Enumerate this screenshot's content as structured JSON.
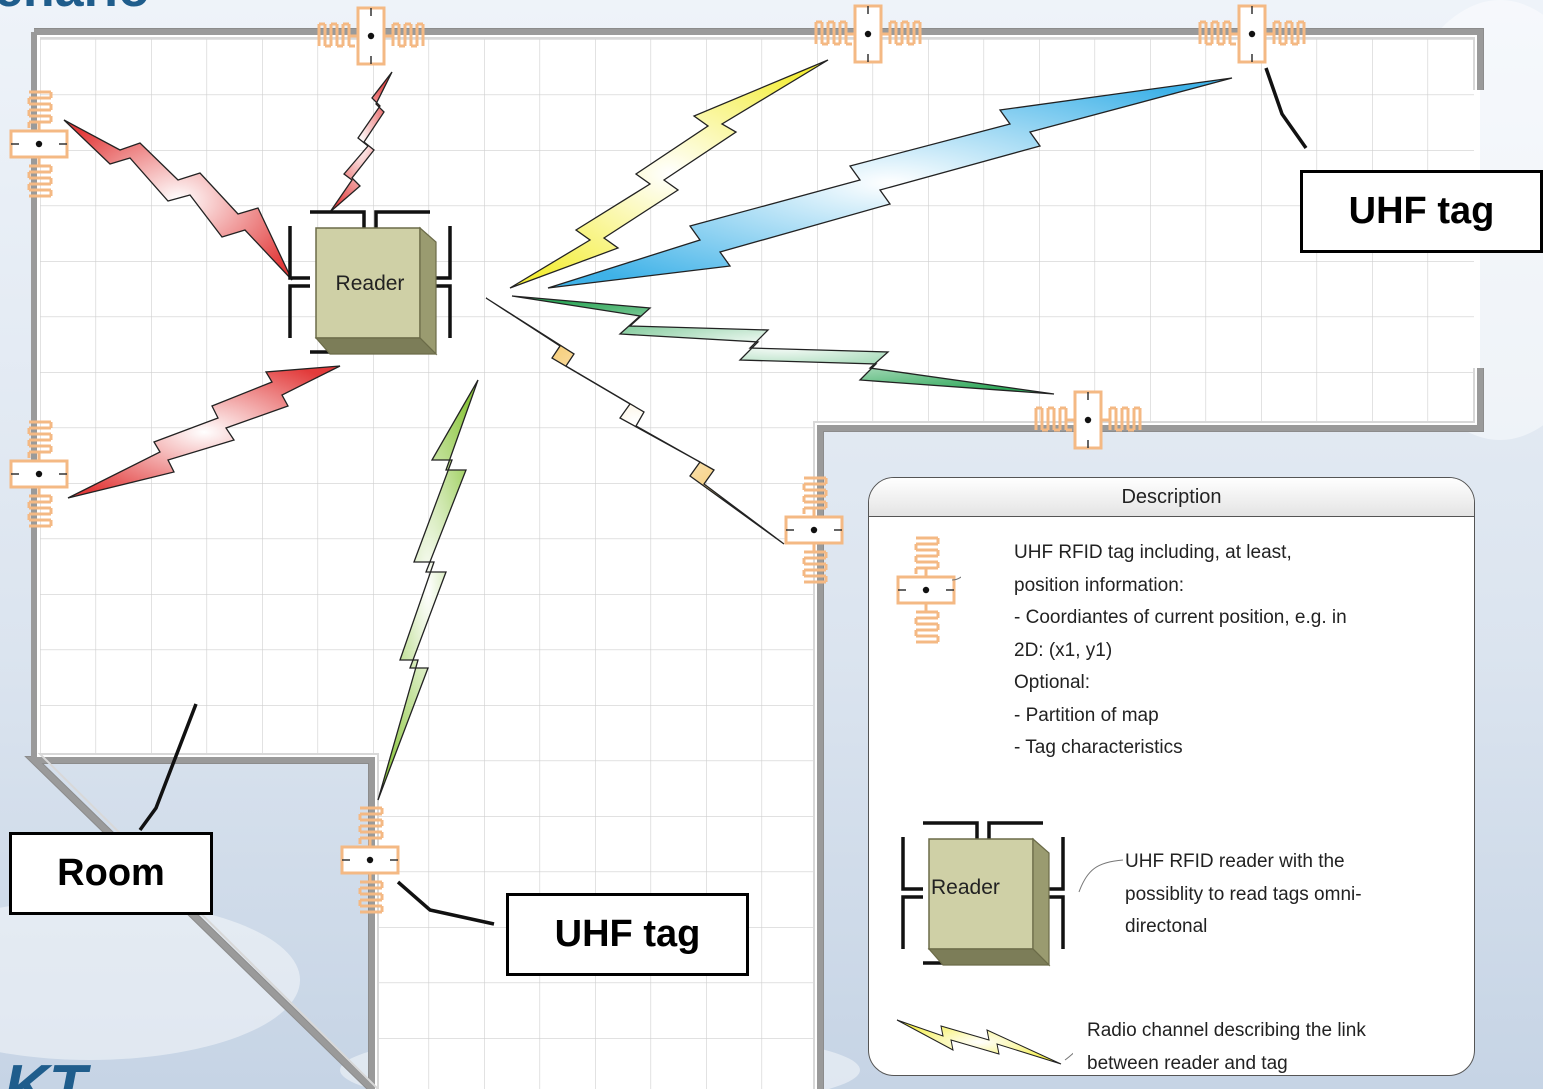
{
  "heading_fragment": "enario",
  "logo_fragment": "KT",
  "reader_label": "Reader",
  "callouts": {
    "tag_top_right": "UHF tag",
    "tag_bottom": "UHF tag",
    "room": "Room"
  },
  "legend": {
    "title": "Description",
    "tag_lines": [
      "UHF RFID tag including, at least,",
      "position information:",
      "- Coordiantes of current position, e.g. in",
      "2D: (x1, y1)",
      "Optional:",
      "- Partition of map",
      "- Tag characteristics"
    ],
    "reader_label": "Reader",
    "reader_lines": [
      "UHF RFID reader with the",
      "possiblity to read tags omni-",
      "directonal"
    ],
    "radio_lines": [
      "Radio channel describing the link",
      "between reader and tag"
    ]
  },
  "colors": {
    "heading": "#1f5d8c",
    "wall": "#9a9a9a",
    "grid": "#cfcfcf",
    "tag": "#f4b984",
    "reader_front": "#cfd0a6",
    "reader_side": "#8f9068",
    "bolt_red": "#e23b3b",
    "bolt_yellow": "#f4ee3a",
    "bolt_blue": "#3fb2e8",
    "bolt_green": "#2fa85a",
    "bolt_orange": "#f2b63a",
    "bolt_lightgreen": "#8cc63f"
  },
  "icons": [
    "rfid-tag-icon",
    "reader-icon",
    "lightning-bolt-icon"
  ]
}
